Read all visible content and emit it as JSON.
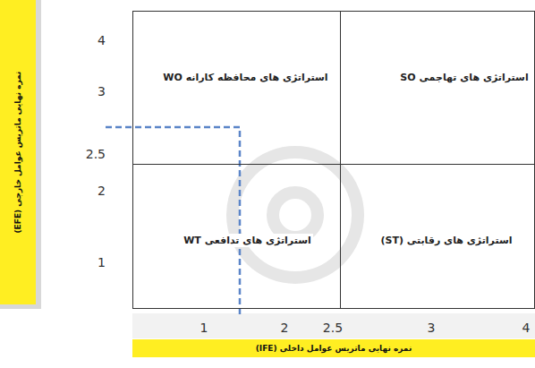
{
  "diagram": {
    "nodes": [
      {
        "text": [
          "نمره نهایی ماتریس عوامل خارجی (EFE)"
        ]
      },
      {
        "text": [
          "استراتژی های محافظه کارانه WO"
        ]
      },
      {
        "text": [
          "استراتژی های تهاجمی SO"
        ]
      },
      {
        "text": [
          "استراتژی های تدافعی WT"
        ]
      },
      {
        "text": [
          "استراتژی های رقابتی (ST)"
        ]
      },
      {
        "text": [
          "نمره نهایی ماتریس عوامل داخلی (IFE)"
        ]
      }
    ],
    "labels": [
      "4",
      "3",
      "2.5",
      "2",
      "1",
      "1",
      "2",
      "2.5",
      "3",
      "4"
    ]
  }
}
